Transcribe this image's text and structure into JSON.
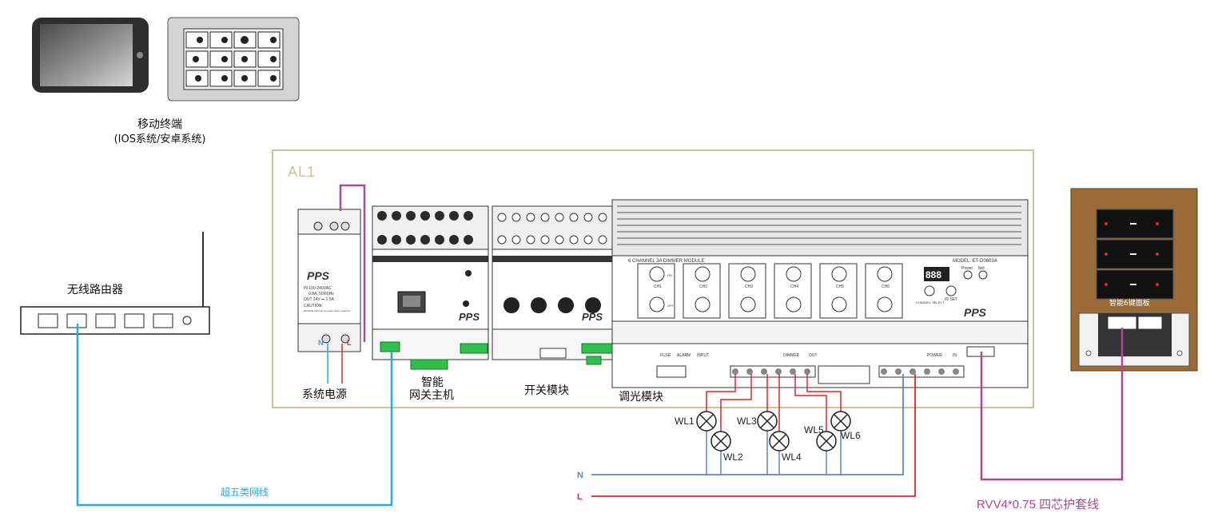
{
  "mobile": {
    "title": "移动终端",
    "subtitle": "(IOS系统/安卓系统)"
  },
  "router": {
    "label": "无线路由器"
  },
  "cabinet": {
    "label": "AL1"
  },
  "modules": {
    "power": "系统电源",
    "gateway_line1": "智能",
    "gateway_line2": "网关主机",
    "switch": "开关模块",
    "dimmer": "调光模块"
  },
  "brand": "PPS",
  "power_supply": {
    "input": "IN   100-240VAC",
    "freq": "0.8A, 50/60Hz",
    "output": "OUT  24V ⎓ 1.5A",
    "caution": "CAUTION:",
    "caution_text": "Electrical risks! Do not open when powered",
    "n": "N",
    "l": "L"
  },
  "dimmer": {
    "header": "6 CHANNEL 3A DIMMER MODULE",
    "model": "MODEL: ET-D0603A",
    "power": "Power",
    "net": "Net",
    "channel_select": "CHANNEL SELECT",
    "id_set": "ID SET",
    "display": "888",
    "on": "ON",
    "off": "OFF",
    "channels": [
      "CH1",
      "CH2",
      "CH3",
      "CH4",
      "CH5",
      "CH6"
    ],
    "terminal_labels": [
      "FUSE",
      "ALARM",
      "INPUT",
      "DIMMER",
      "OUT",
      "POWER",
      "IN"
    ]
  },
  "panel": {
    "label": "智能6键面板"
  },
  "lamps": [
    "WL1",
    "WL2",
    "WL3",
    "WL4",
    "WL5",
    "WL6"
  ],
  "wires": {
    "network_label": "超五类网线",
    "rvv_label": "RVV4*0.75 四芯护套线",
    "n": "N",
    "l": "L"
  },
  "colors": {
    "network": "#2aa8e0",
    "bus": "#b1449b",
    "neutral": "#5a86c7",
    "live": "#e0262b",
    "cabinet_border": "#c9c491",
    "panel_wood": "#9a6a37"
  }
}
